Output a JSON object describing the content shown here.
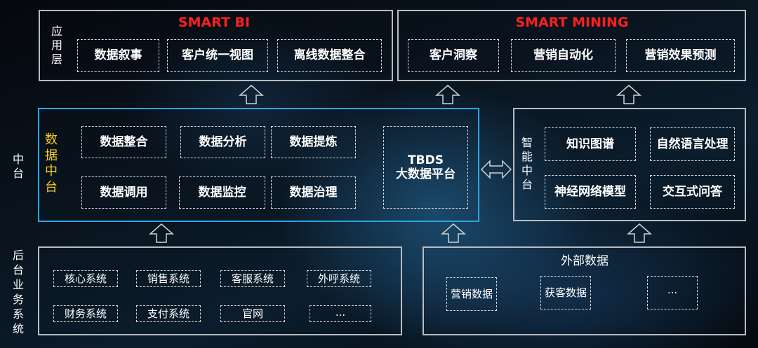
{
  "app_layer": {
    "label": [
      "应",
      "用",
      "层"
    ],
    "smart_bi": {
      "title": "SMART BI",
      "items": [
        "数据叙事",
        "客户统一视图",
        "离线数据整合"
      ]
    },
    "smart_mining": {
      "title": "SMART MINING",
      "items": [
        "客户洞察",
        "营销自动化",
        "营销效果预测"
      ]
    }
  },
  "middle": {
    "label": [
      "中",
      "台"
    ],
    "data_platform": {
      "label": [
        "数",
        "据",
        "中",
        "台"
      ],
      "items": [
        "数据整合",
        "数据分析",
        "数据提炼",
        "数据调用",
        "数据监控",
        "数据治理"
      ],
      "tbds": [
        "TBDS",
        "大数据平台"
      ]
    },
    "smart_platform": {
      "label": [
        "智",
        "能",
        "中",
        "台"
      ],
      "items": [
        "知识图谱",
        "自然语言处理",
        "神经网络模型",
        "交互式问答"
      ]
    }
  },
  "backend": {
    "label": [
      "后",
      "台",
      "业",
      "务",
      "系",
      "统"
    ],
    "systems": [
      "核心系统",
      "销售系统",
      "客服系统",
      "外呼系统",
      "财务系统",
      "支付系统",
      "官网",
      "..."
    ],
    "external": {
      "title": "外部数据",
      "items": [
        "营销数据",
        "获客数据",
        "..."
      ]
    }
  },
  "colors": {
    "bi_title": "#ff1f1f",
    "data_platform_border": "#2aa6e6",
    "data_platform_label": "#f1cf1e",
    "panel_border": "#b9bcc0"
  }
}
